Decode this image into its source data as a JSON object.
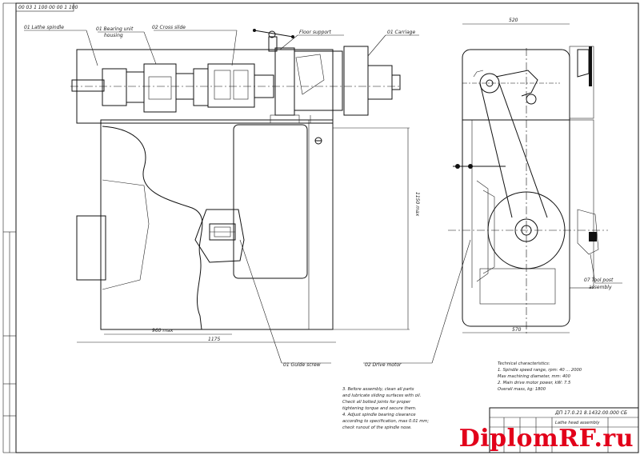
{
  "stamp_top": "00 03 1 100 00 00 1 100",
  "callouts": {
    "c1": "01 Lathe spindle",
    "c2": "01 Bearing unit",
    "c2b": "housing",
    "c3": "02 Cross slide",
    "c4": "Floor support",
    "c5": "01 Carriage",
    "c6": "01 Guide screw",
    "c7": "02 Drive motor",
    "c8": "07 Tool post",
    "c8b": "assembly"
  },
  "dims": {
    "top_right": "520",
    "vertical": "1150 max",
    "bottom_inner": "960 max",
    "bottom_total": "1175",
    "bottom_right": "570"
  },
  "notes_left": [
    "3. Before assembly, clean all parts",
    "and lubricate sliding surfaces with oil.",
    "Check all bolted joints for proper",
    "tightening torque and secure them.",
    "4. Adjust spindle bearing clearance",
    "according to specification, max 0.01 mm;",
    "check runout of the spindle nose."
  ],
  "notes_right_title": "Technical characteristics:",
  "notes_right": [
    "1. Spindle speed range, rpm: 40 ... 2000",
    "Max machining diameter, mm: 400",
    "2. Main drive motor power, kW: 7.5",
    "Overall mass, kg: 1800"
  ],
  "title_block": {
    "code": "ДП 17.0.21 8.1432.00.000 СБ",
    "name": "Lathe head assembly"
  },
  "watermark": "DiplomRF.ru",
  "colors": {
    "ink": "#111111",
    "watermark": "#e2001a"
  }
}
